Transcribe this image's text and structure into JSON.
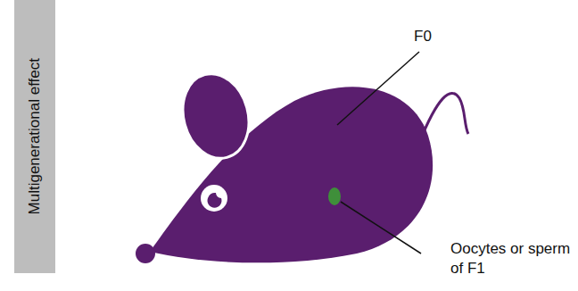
{
  "diagram": {
    "nodes": [
      {
        "text": [
          "Multigenerational effect"
        ]
      }
    ],
    "labels": [
      "F0",
      "Oocytes or sperm of F1"
    ]
  }
}
